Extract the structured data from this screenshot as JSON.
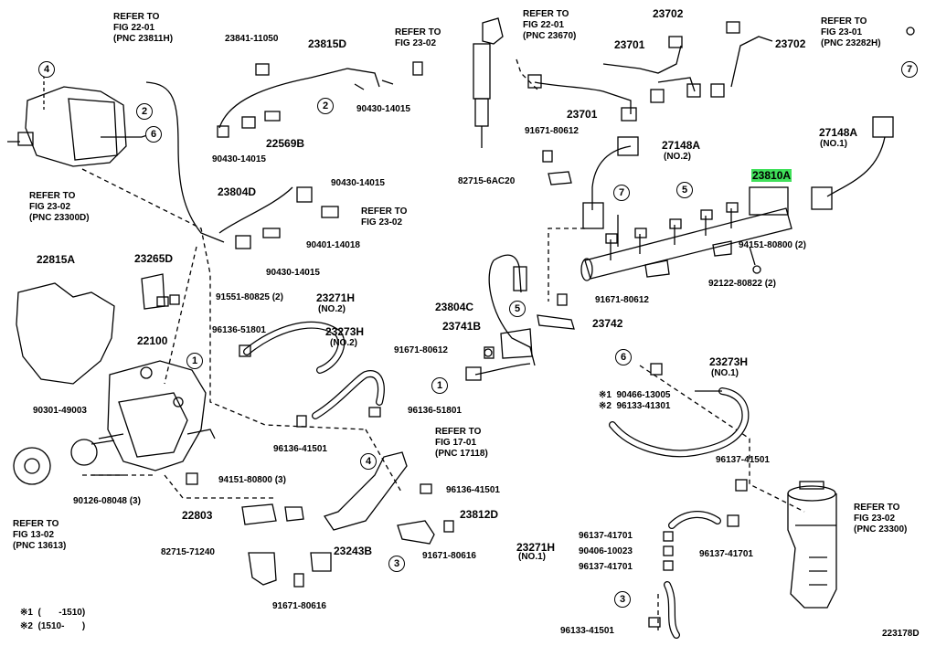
{
  "diagram_code": "223178D",
  "highlight_color": "#3fe05a",
  "refer_blocks": [
    {
      "id": "fig-22-01-23811h",
      "line1": "REFER TO",
      "line2": "FIG 22-01",
      "line3": "(PNC 23811H)"
    },
    {
      "id": "fig-23-02-top",
      "line1": "REFER TO",
      "line2": "FIG 23-02"
    },
    {
      "id": "fig-22-01-23670",
      "line1": "REFER TO",
      "line2": "FIG 22-01",
      "line3": "(PNC 23670)"
    },
    {
      "id": "fig-23-01-23282h",
      "line1": "REFER TO",
      "line2": "FIG 23-01",
      "line3": "(PNC 23282H)"
    },
    {
      "id": "fig-23-02-23300d",
      "line1": "REFER TO",
      "line2": "FIG 23-02",
      "line3": "(PNC 23300D)"
    },
    {
      "id": "fig-23-02-mid",
      "line1": "REFER TO",
      "line2": "FIG 23-02"
    },
    {
      "id": "fig-17-01-17118",
      "line1": "REFER TO",
      "line2": "FIG 17-01",
      "line3": "(PNC 17118)"
    },
    {
      "id": "fig-23-02-23300",
      "line1": "REFER TO",
      "line2": "FIG 23-02",
      "line3": "(PNC 23300)"
    },
    {
      "id": "fig-13-02-13613",
      "line1": "REFER TO",
      "line2": "FIG 13-02",
      "line3": "(PNC 13613)"
    }
  ],
  "parts": {
    "p23841_11050": "23841-11050",
    "p23815D": "23815D",
    "p90430_14015_a": "90430-14015",
    "p22569B": "22569B",
    "p90430_14015_b": "90430-14015",
    "p23804D": "23804D",
    "p90430_14015_c": "90430-14015",
    "p90401_14018": "90401-14018",
    "p90430_14015_d": "90430-14015",
    "p23265D": "23265D",
    "p91551_80825": "91551-80825 (2)",
    "p22815A": "22815A",
    "p23271H_no2": "23271H",
    "p23271H_no2_sub": "(NO.2)",
    "p23273H_no2": "23273H",
    "p23273H_no2_sub": "(NO.2)",
    "p96136_51801_a": "96136-51801",
    "p22100": "22100",
    "p96136_51801_b": "96136-51801",
    "p90301_49003": "90301-49003",
    "p96136_41501_a": "96136-41501",
    "p94151_80800_3": "94151-80800 (3)",
    "p90126_08048": "90126-08048 (3)",
    "p22803": "22803",
    "p82715_71240": "82715-71240",
    "p23243B": "23243B",
    "p91671_80616_a": "91671-80616",
    "p23702_a": "23702",
    "p23701_a": "23701",
    "p23702_b": "23702",
    "p23701_b": "23701",
    "p91671_80612_a": "91671-80612",
    "p27148A_no2": "27148A",
    "p27148A_no2_sub": "(NO.2)",
    "p27148A_no1": "27148A",
    "p27148A_no1_sub": "(NO.1)",
    "p82715_6AC20": "82715-6AC20",
    "p23810A": "23810A",
    "p94151_80800_2": "94151-80800 (2)",
    "p92122_80822": "92122-80822 (2)",
    "p91671_80612_b": "91671-80612",
    "p23804C": "23804C",
    "p23741B": "23741B",
    "p23742": "23742",
    "p91671_80612_c": "91671-80612",
    "p23273H_no1": "23273H",
    "p23273H_no1_sub": "(NO.1)",
    "p90466_13005": "※1  90466-13005",
    "p96133_41301": "※2  96133-41301",
    "p96136_41501_b": "96136-41501",
    "p23812D": "23812D",
    "p91671_80616_b": "91671-80616",
    "p96137_41501": "96137-41501",
    "p23271H_no1": "23271H",
    "p23271H_no1_sub": "(NO.1)",
    "p96137_41701_a": "96137-41701",
    "p90406_10023": "90406-10023",
    "p96137_41701_b": "96137-41701",
    "p96137_41701_c": "96137-41701",
    "p96133_41501": "96133-41501"
  },
  "callouts": [
    "1",
    "2",
    "3",
    "4",
    "5",
    "6",
    "7"
  ],
  "footnotes": {
    "note1": "※1  (       -1510)",
    "note2": "※2  (1510-       )"
  },
  "icons": [
    "fuel-pump-assembly",
    "fuel-rail",
    "injector",
    "fuel-filter",
    "timing-gear"
  ]
}
